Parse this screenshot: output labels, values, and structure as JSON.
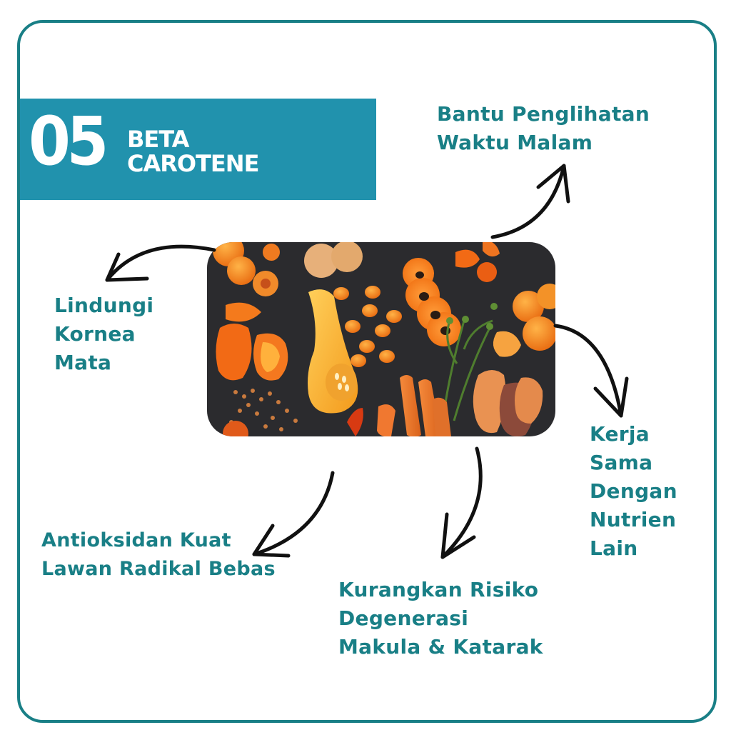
{
  "banner": {
    "number": "05",
    "title_line1": "BETA",
    "title_line2": "CAROTENE",
    "color": "#2192ad"
  },
  "accent_color": "#197f86",
  "image": {
    "name": "orange-vegetables-photo"
  },
  "benefits": {
    "night_vision": [
      "Bantu Penglihatan",
      "Waktu Malam"
    ],
    "cornea": [
      "Lindungi",
      "Kornea",
      "Mata"
    ],
    "nutrients": [
      "Kerja",
      "Sama",
      "Dengan",
      "Nutrien",
      "Lain"
    ],
    "antioxidant": [
      "Antioksidan Kuat",
      "Lawan Radikal Bebas"
    ],
    "macular": [
      "Kurangkan Risiko",
      "Degenerasi",
      "Makula & Katarak"
    ]
  }
}
